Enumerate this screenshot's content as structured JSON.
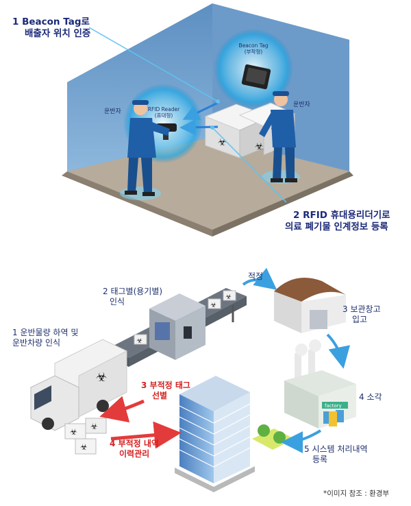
{
  "top": {
    "label1": [
      "1 Beacon Tag로",
      "배출자 위치 인증"
    ],
    "label2": [
      "2 RFID 휴대용리더기로",
      "의료 폐기물 인계정보 등록"
    ],
    "worker_left": "운반자",
    "worker_right": "운반자",
    "beacon_title": "Beacon Tag",
    "beacon_sub": "(부착형)",
    "reader_title": "RFID Reader",
    "reader_sub": "(휴대형)"
  },
  "bottom": {
    "step1": [
      "1 운반물량 하역 및",
      "운반차량 인식"
    ],
    "step2": [
      "2 태그별(용기별)",
      "인식"
    ],
    "step_ok": "적정",
    "step3": [
      "3 보관창고",
      "입고"
    ],
    "step3_bad": [
      "3 부적정 태그",
      "선별"
    ],
    "step4_bad": [
      "4 부적정 내역",
      "이력관리"
    ],
    "step4": "4 소각",
    "step5": [
      "5 시스템 처리내역",
      "등록"
    ],
    "factory_sign": "factory"
  },
  "footnote": "*이미지 참조 : 환경부",
  "colors": {
    "room_wall": "#6fa0cc",
    "glow": "#26b3ea",
    "worker": "#1f5fa8",
    "arrow_blue": "#3ba0e0",
    "arrow_red": "#e33b3b",
    "label_blue": "#1b2a78",
    "label_red": "#d42020"
  }
}
